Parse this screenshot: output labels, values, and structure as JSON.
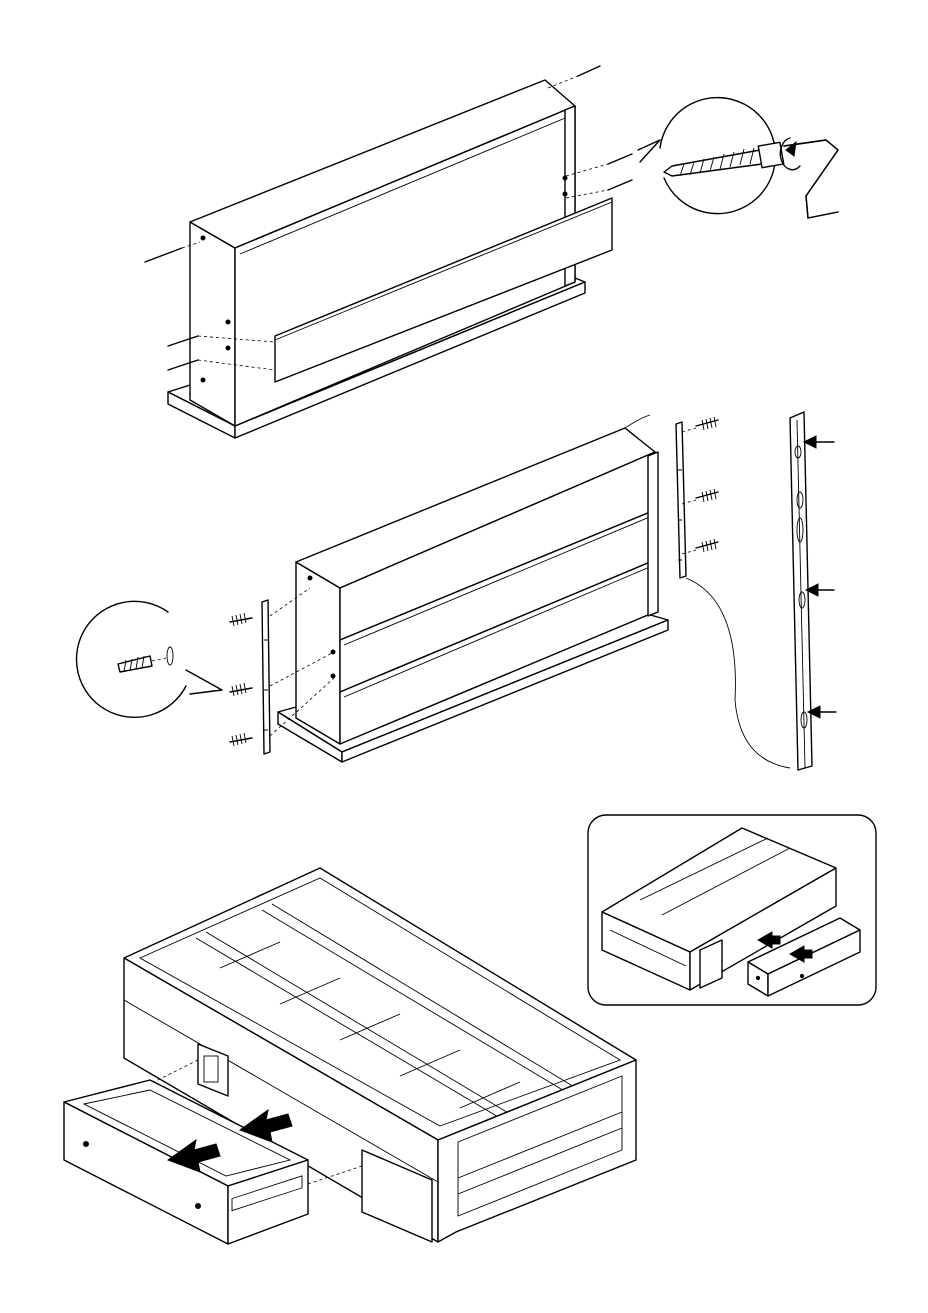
{
  "figure": {
    "steps": [
      {
        "name": "step-headboard-assembly",
        "detail": "cam-screw-with-allen-key"
      },
      {
        "name": "step-frame-and-rails",
        "detail": "wood-screw-into-rail"
      },
      {
        "name": "step-insert-drawers",
        "detail": "drawer-slide-inset"
      }
    ]
  },
  "colors": {
    "line": "#000000",
    "background": "#ffffff"
  },
  "icons": [
    "push-arrow-icon",
    "rotate-arrow-icon",
    "screw-icon",
    "allen-key-icon"
  ]
}
